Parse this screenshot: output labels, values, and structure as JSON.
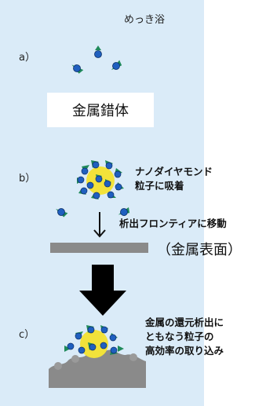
{
  "panel": {
    "title": "めっき浴",
    "bg_color": "#daebf8"
  },
  "steps": {
    "a": {
      "label": "a）",
      "box_text": "金属錯体"
    },
    "b": {
      "label": "b）",
      "caption_line1": "ナノダイヤモンド",
      "caption_line2": "粒子に吸着",
      "move_text": "析出フロンティアに移動",
      "surface_text": "（金属表面）"
    },
    "c": {
      "label": "c）",
      "caption_line1": "金属の還元析出に",
      "caption_line2": "ともなう粒子の",
      "caption_line3": "高効率の取り込み"
    }
  },
  "colors": {
    "particle_blue": "#1f5fbf",
    "ligand_green": "#1f8a5b",
    "diamond_yellow": "#f2e23a",
    "metal_gray": "#8a8a8a",
    "arrow_black": "#000000"
  }
}
